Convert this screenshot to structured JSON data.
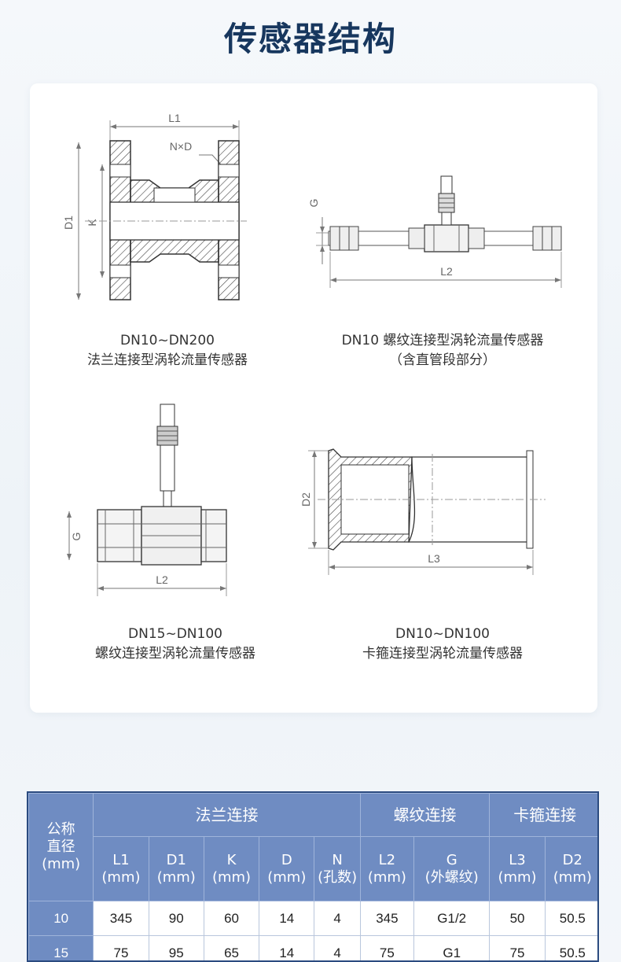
{
  "page": {
    "title": "传感器结构"
  },
  "figures": [
    {
      "caption1": "DN10~DN200",
      "caption2": "法兰连接型涡轮流量传感器",
      "labels": {
        "l1": "L1",
        "nxd": "N×D",
        "d1": "D1",
        "k": "K"
      }
    },
    {
      "caption1": "DN10 螺纹连接型涡轮流量传感器",
      "caption2": "（含直管段部分）",
      "labels": {
        "g": "G",
        "l2": "L2"
      }
    },
    {
      "caption1": "DN15~DN100",
      "caption2": "螺纹连接型涡轮流量传感器",
      "labels": {
        "g": "G",
        "l2": "L2"
      }
    },
    {
      "caption1": "DN10~DN100",
      "caption2": "卡箍连接型涡轮流量传感器",
      "labels": {
        "d2": "D2",
        "l3": "L3"
      }
    }
  ],
  "table": {
    "corner": [
      "公称",
      "直径",
      "(mm)"
    ],
    "groups": [
      "法兰连接",
      "螺纹连接",
      "卡箍连接"
    ],
    "columns": [
      [
        "L1",
        "(mm)"
      ],
      [
        "D1",
        "(mm)"
      ],
      [
        "K",
        "(mm)"
      ],
      [
        "D",
        "(mm)"
      ],
      [
        "N",
        "(孔数)"
      ],
      [
        "L2",
        "(mm)"
      ],
      [
        "G",
        "(外螺纹)"
      ],
      [
        "L3",
        "(mm)"
      ],
      [
        "D2",
        "(mm)"
      ]
    ],
    "rows": [
      [
        "10",
        "345",
        "90",
        "60",
        "14",
        "4",
        "345",
        "G1/2",
        "50",
        "50.5"
      ],
      [
        "15",
        "75",
        "95",
        "65",
        "14",
        "4",
        "75",
        "G1",
        "75",
        "50.5"
      ]
    ]
  }
}
